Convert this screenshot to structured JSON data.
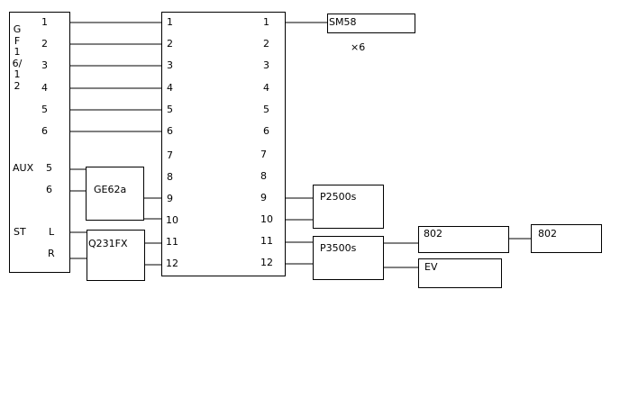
{
  "mixer": {
    "name": "GF16/12",
    "channels": [
      "1",
      "2",
      "3",
      "4",
      "5",
      "6"
    ],
    "aux_label": "AUX",
    "aux_channels": [
      "5",
      "6"
    ],
    "st_label": "ST",
    "st_channels": [
      "L",
      "R"
    ]
  },
  "patch_bay": {
    "left_numbers": [
      "1",
      "2",
      "3",
      "4",
      "5",
      "6",
      "7",
      "8",
      "9",
      "10",
      "11",
      "12"
    ],
    "right_numbers": [
      "1",
      "2",
      "3",
      "4",
      "5",
      "6",
      "7",
      "8",
      "9",
      "10",
      "11",
      "12"
    ]
  },
  "devices": {
    "mic": "SM58",
    "mic_multiplier": "×6",
    "eq1": "GE62a",
    "eq2": "Q231FX",
    "amp1": "P2500s",
    "amp2": "P3500s",
    "speaker1": "802",
    "speaker2": "802",
    "speaker3": "EV"
  },
  "colors": {
    "line": "#000000",
    "background": "#ffffff"
  }
}
